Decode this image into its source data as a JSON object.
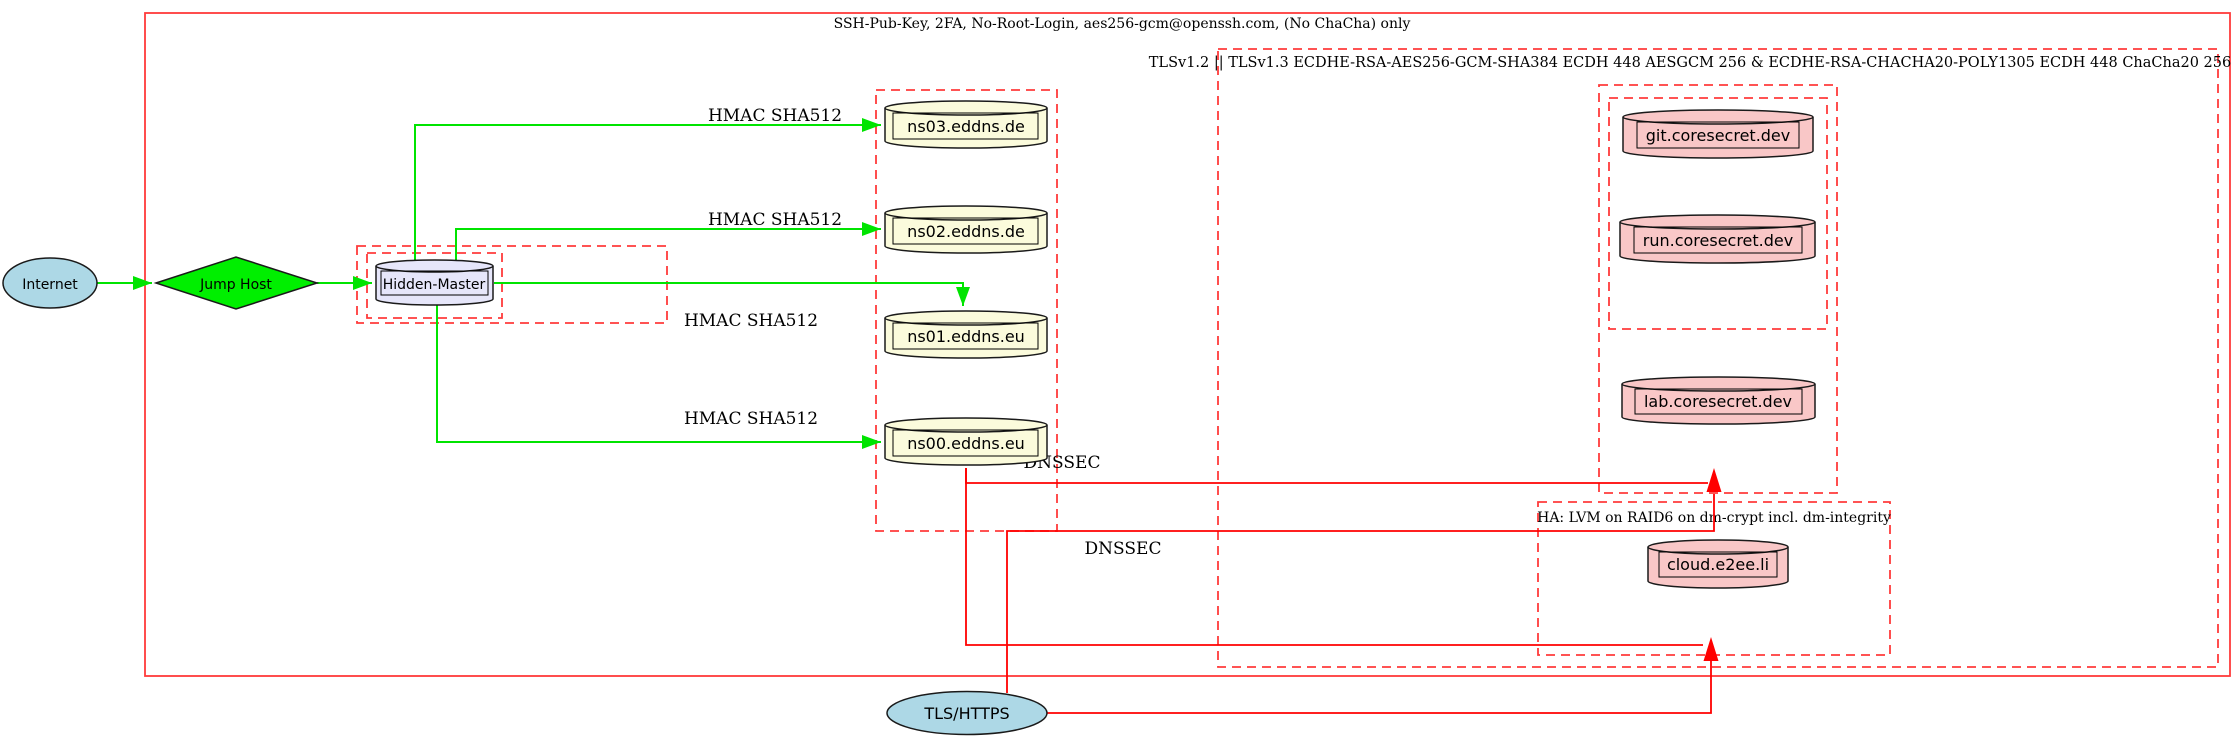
{
  "clusters": {
    "ssh": {
      "label": "SSH-Pub-Key, 2FA, No-Root-Login, aes256-gcm@openssh.com, (No ChaCha) only"
    },
    "tls": {
      "label": "TLSv1.2 || TLSv1.3 ECDHE-RSA-AES256-GCM-SHA384 ECDH 448 AESGCM 256 & ECDHE-RSA-CHACHA20-POLY1305 ECDH 448 ChaCha20 256"
    },
    "ha": {
      "label": "HA: LVM on RAID6 on dm-crypt incl. dm-integrity"
    }
  },
  "nodes": {
    "internet": {
      "label": "Internet",
      "shape": "ellipse"
    },
    "jump_host": {
      "label": "Jump Host",
      "shape": "diamond"
    },
    "hidden_master": {
      "label": "Hidden-Master",
      "shape": "cylinder"
    },
    "ns03": {
      "label": "ns03.eddns.de",
      "shape": "cylinder"
    },
    "ns02": {
      "label": "ns02.eddns.de",
      "shape": "cylinder"
    },
    "ns01": {
      "label": "ns01.eddns.eu",
      "shape": "cylinder"
    },
    "ns00": {
      "label": "ns00.eddns.eu",
      "shape": "cylinder"
    },
    "git": {
      "label": "git.coresecret.dev",
      "shape": "cylinder"
    },
    "run": {
      "label": "run.coresecret.dev",
      "shape": "cylinder"
    },
    "lab": {
      "label": "lab.coresecret.dev",
      "shape": "cylinder"
    },
    "cloud": {
      "label": "cloud.e2ee.li",
      "shape": "cylinder"
    },
    "tls_https": {
      "label": "TLS/HTTPS",
      "shape": "ellipse"
    }
  },
  "edge_labels": {
    "hmac": "HMAC SHA512",
    "dnssec": "DNSSEC"
  },
  "colors": {
    "node_blue": "#add8e6",
    "node_green": "#00ef00",
    "node_lavender": "#e6e6fa",
    "node_yellow": "#fbfbdc",
    "node_pink": "#f9c7c7",
    "edge_green": "#00e400",
    "edge_red": "#ff0000",
    "border_red": "#ff3b3b"
  }
}
